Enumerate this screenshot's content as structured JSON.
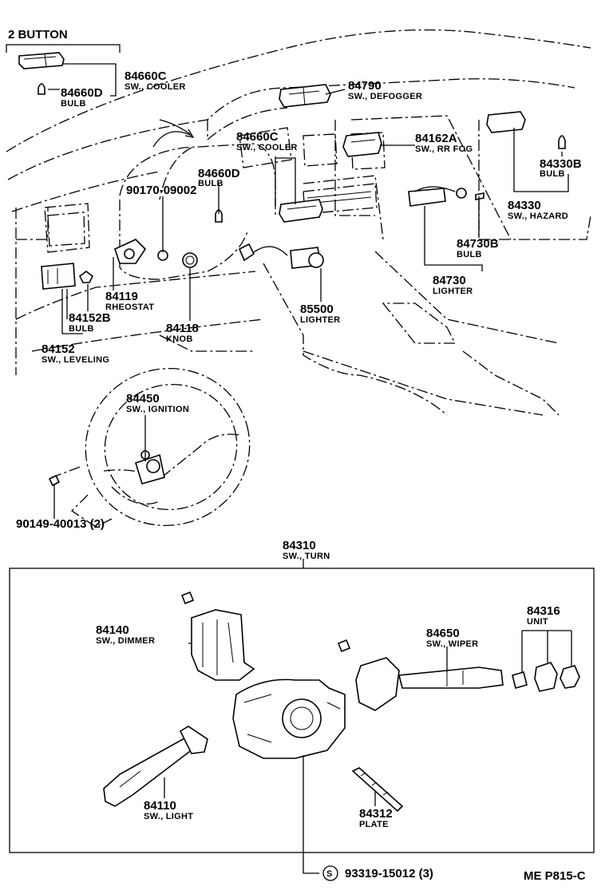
{
  "header": {
    "button_note": "2 BUTTON"
  },
  "footer": {
    "ref_code": "ME P815-C"
  },
  "labels": [
    {
      "id": "l1",
      "number": "84660C",
      "desc": "SW., COOLER"
    },
    {
      "id": "l2",
      "number": "84660D",
      "desc": "BULB"
    },
    {
      "id": "l3",
      "number": "84790",
      "desc": "SW., DEFOGGER"
    },
    {
      "id": "l4",
      "number": "84660C",
      "desc": "SW., COOLER"
    },
    {
      "id": "l5",
      "number": "84162A",
      "desc": "SW., RR FOG"
    },
    {
      "id": "l6",
      "number": "84660D",
      "desc": "BULB"
    },
    {
      "id": "l7",
      "number": "90170-09002",
      "desc": ""
    },
    {
      "id": "l8",
      "number": "84330B",
      "desc": "BULB"
    },
    {
      "id": "l9",
      "number": "84330",
      "desc": "SW., HAZARD"
    },
    {
      "id": "l10",
      "number": "84730B",
      "desc": "BULB"
    },
    {
      "id": "l11",
      "number": "84730",
      "desc": "LIGHTER"
    },
    {
      "id": "l12",
      "number": "84119",
      "desc": "RHEOSTAT"
    },
    {
      "id": "l13",
      "number": "84152B",
      "desc": "BULB"
    },
    {
      "id": "l14",
      "number": "85500",
      "desc": "LIGHTER"
    },
    {
      "id": "l15",
      "number": "84118",
      "desc": "KNOB"
    },
    {
      "id": "l16",
      "number": "84152",
      "desc": "SW., LEVELING"
    },
    {
      "id": "l17",
      "number": "84450",
      "desc": "SW., IGNITION"
    },
    {
      "id": "l18",
      "number": "90149-40013 (2)",
      "desc": ""
    },
    {
      "id": "l19",
      "number": "84310",
      "desc": "SW., TURN"
    },
    {
      "id": "l20",
      "number": "84140",
      "desc": "SW., DIMMER"
    },
    {
      "id": "l21",
      "number": "84650",
      "desc": "SW., WIPER"
    },
    {
      "id": "l22",
      "number": "84316",
      "desc": "UNIT"
    },
    {
      "id": "l23",
      "number": "84110",
      "desc": "SW., LIGHT"
    },
    {
      "id": "l24",
      "number": "84312",
      "desc": "PLATE"
    },
    {
      "id": "l25",
      "number": "93319-15012 (3)",
      "desc": ""
    }
  ],
  "screw_symbol": "S"
}
